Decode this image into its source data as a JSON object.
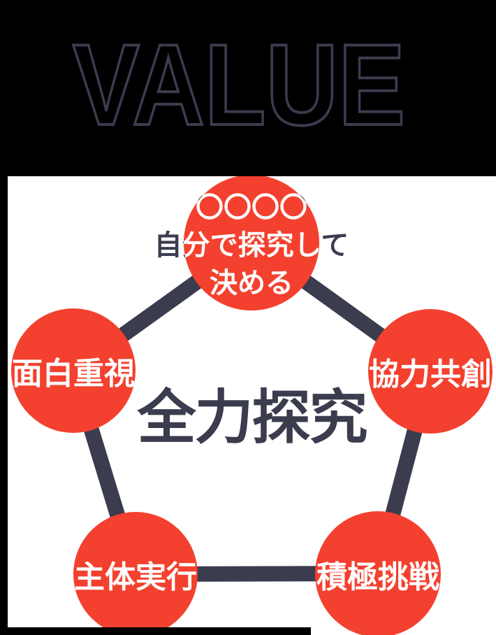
{
  "heading": {
    "text": "VALUE"
  },
  "colors": {
    "page_background": "#000000",
    "panel_background": "#ffffff",
    "node_red": "#f4402e",
    "ink_navy": "#3b3c4e",
    "node_text": "#ffffff"
  },
  "diagram": {
    "center_label": "全力探究",
    "top_node": {
      "line1": "〇〇〇〇",
      "line2": "自分で探究して",
      "line3": "決める"
    },
    "nodes": {
      "left": "面白重視",
      "right": "協力共創",
      "bottom_left": "主体実行",
      "bottom_right": "積極挑戦"
    }
  }
}
